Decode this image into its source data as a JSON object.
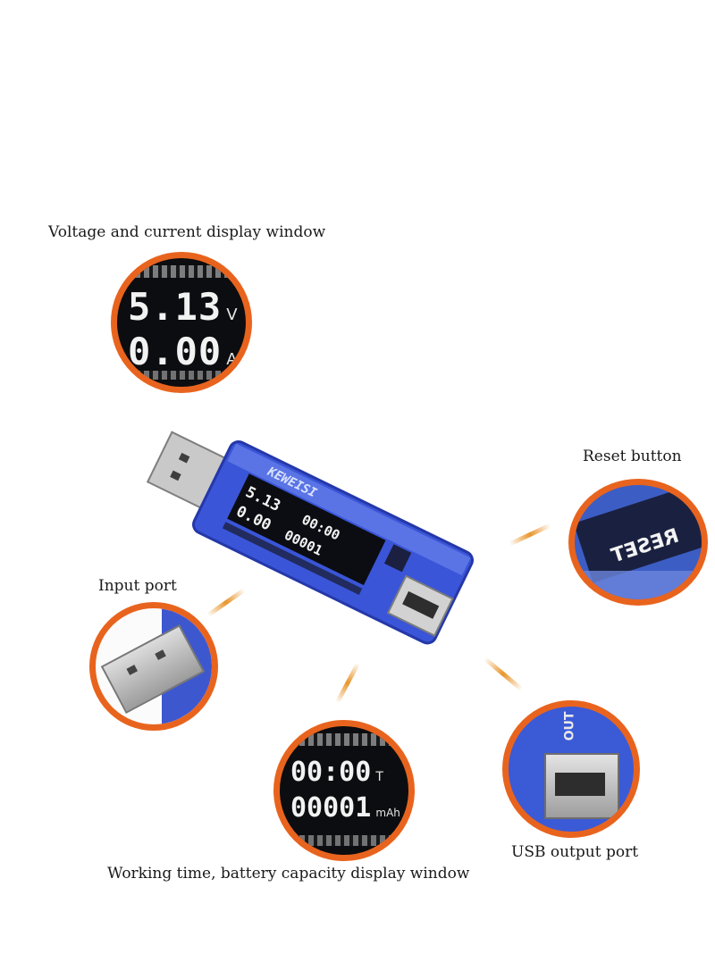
{
  "callouts": {
    "voltage_current": "Voltage and current display window",
    "reset": "Reset button",
    "input_port": "Input port",
    "usb_output": "USB output port",
    "time_capacity": "Working time, battery capacity display window"
  },
  "device": {
    "brand": "KEWEISI",
    "reset_label": "RESET",
    "out_label": "OUT",
    "voltage": "5.13",
    "voltage_unit": "V",
    "current": "0.00",
    "current_unit": "A",
    "time": "00:00",
    "time_unit": "T",
    "capacity": "00001",
    "capacity_unit": "mAh"
  },
  "colors": {
    "accent_ring": "#e8641e",
    "device_body": "#3a55d8",
    "lcd_bg": "#0b0d12"
  }
}
